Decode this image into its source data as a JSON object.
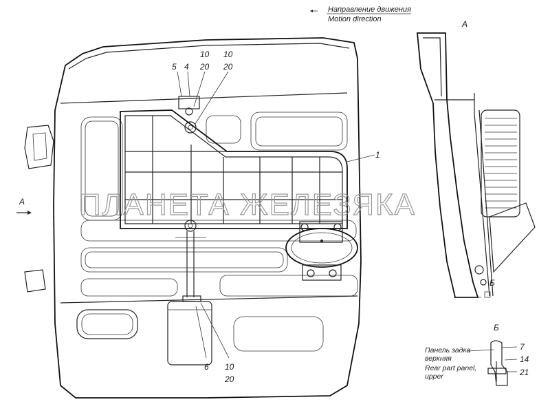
{
  "header": {
    "direction_ru": "Направление движения",
    "direction_en": "Motion direction"
  },
  "views": {
    "view_a": "А",
    "view_b": "Б",
    "arrow_a": "А",
    "mark_b": "Б"
  },
  "callouts": {
    "c5": "5",
    "c4": "4",
    "c10a": "10",
    "c20a": "20",
    "c10b": "10",
    "c20b": "20",
    "c1": "1",
    "c6": "6",
    "c10c": "10",
    "c20c": "20",
    "c7": "7",
    "c14": "14",
    "c21": "21"
  },
  "panel_label": {
    "ru1": "Панель задка",
    "ru2": "верхняя",
    "en1": "Rear part panel,",
    "en2": "upper"
  },
  "watermark": "ПЛАНЕТА ЖЕЛЕЗЯКА"
}
